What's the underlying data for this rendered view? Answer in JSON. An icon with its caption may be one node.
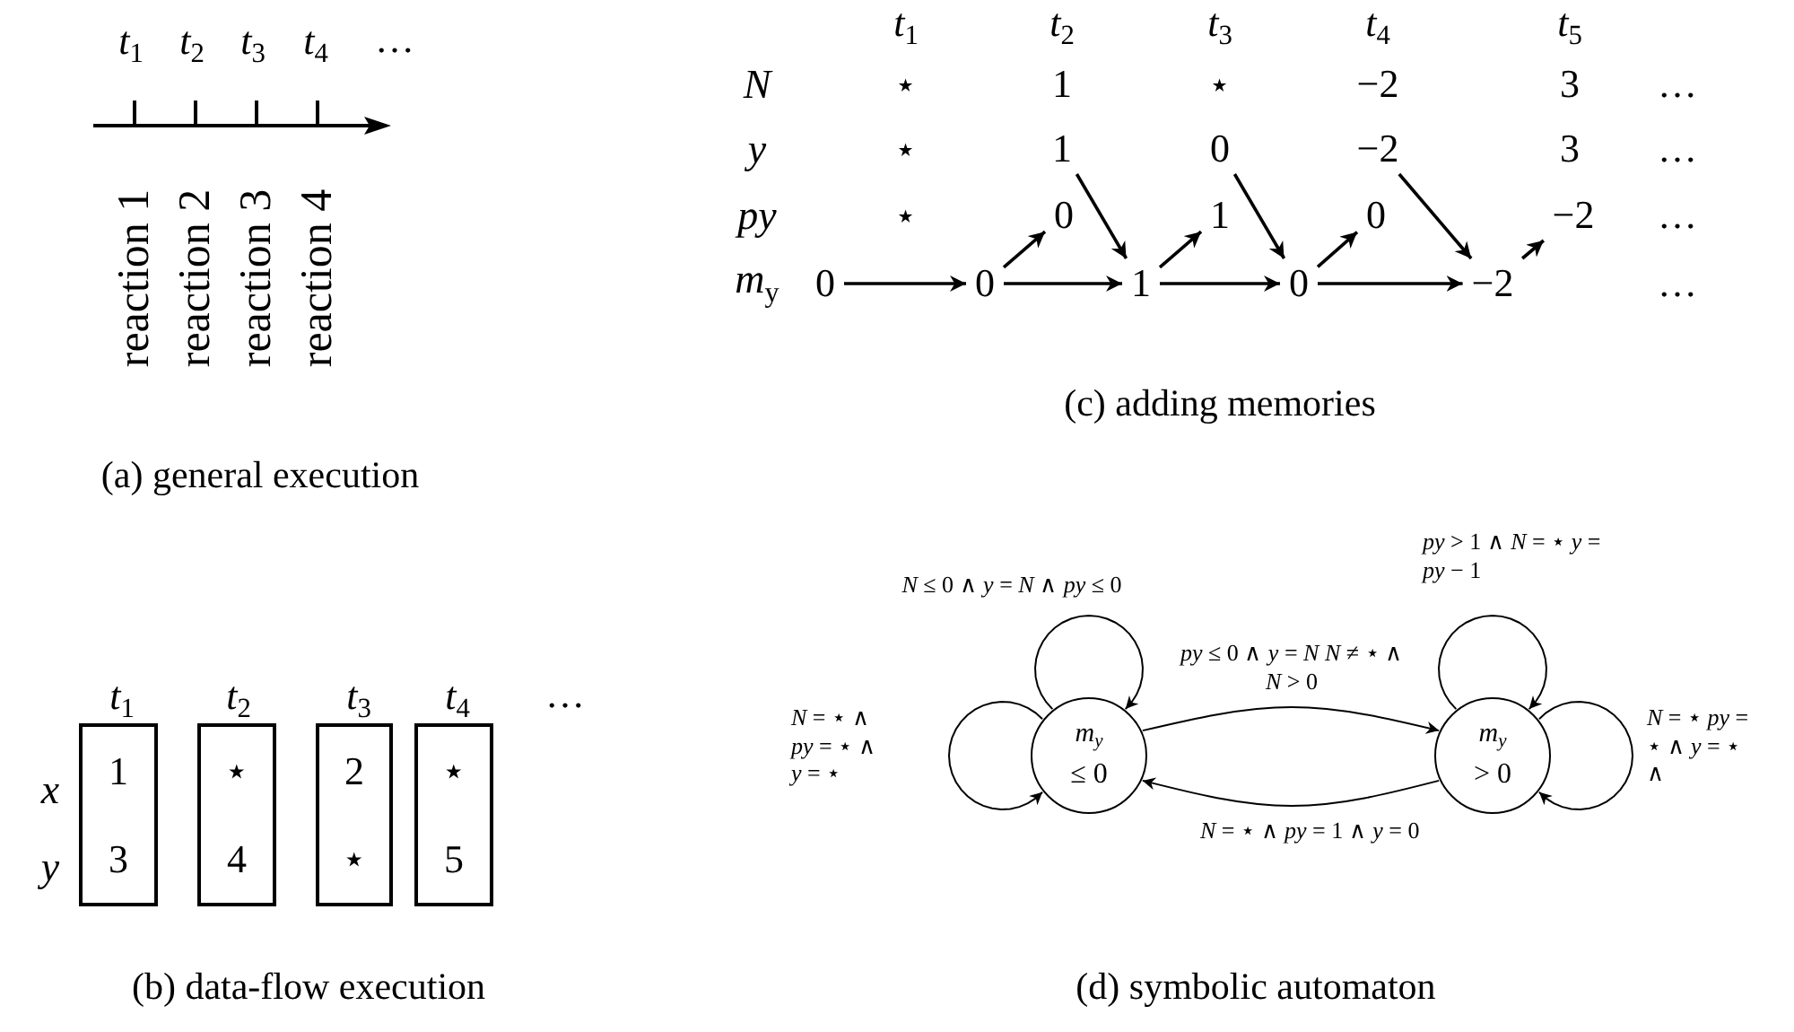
{
  "diagram": {
    "nodes": [
      {
        "text": [
          "1"
        ]
      },
      {
        "text": [
          "0"
        ]
      },
      {
        "text": [
          "−2"
        ]
      },
      {
        "text": [
          "0"
        ]
      },
      {
        "text": [
          "1"
        ]
      },
      {
        "text": [
          "0"
        ]
      },
      {
        "text": [
          "−2"
        ]
      },
      {
        "text": [
          "0"
        ]
      },
      {
        "text": [
          "0"
        ]
      },
      {
        "text": [
          "1"
        ]
      },
      {
        "text": [
          "0"
        ]
      },
      {
        "text": [
          "−2"
        ]
      },
      {
        "text": [
          "1",
          "3"
        ]
      },
      {
        "text": [
          "⋆",
          "4"
        ]
      },
      {
        "text": [
          "2",
          "⋆"
        ]
      },
      {
        "text": [
          "⋆",
          "5"
        ]
      },
      {
        "text": [
          "*m*$_{y}$",
          "≤ 0"
        ]
      },
      {
        "text": [
          "*m*$_{y}$",
          "> 0"
        ]
      }
    ],
    "edges": [
      {
        "from": 7,
        "to": 8,
        "arrow": "to"
      },
      {
        "from": 8,
        "to": 9,
        "arrow": "to"
      },
      {
        "from": 9,
        "to": 10,
        "arrow": "to"
      },
      {
        "from": 10,
        "to": 11,
        "arrow": "to"
      },
      {
        "from": 8,
        "to": 3,
        "arrow": "to"
      },
      {
        "from": 0,
        "to": 9,
        "arrow": "to"
      },
      {
        "from": 9,
        "to": 4,
        "arrow": "to"
      },
      {
        "from": 1,
        "to": 10,
        "arrow": "to"
      },
      {
        "from": 10,
        "to": 5,
        "arrow": "to"
      },
      {
        "from": 2,
        "to": 11,
        "arrow": "to"
      },
      {
        "from": 11,
        "to": 6,
        "arrow": "to"
      },
      {
        "from": 16,
        "to": 16,
        "arrow": "to",
        "label": "*N* ≤ 0 ∧ *y* = *N* ∧ *py* ≤ 0"
      },
      {
        "from": 16,
        "to": 16,
        "arrow": "to",
        "label": "*N* = ⋆ ∧ *py* = ⋆ ∧ *y* = ⋆"
      },
      {
        "from": 16,
        "to": 17,
        "arrow": "to",
        "label": "*py* ≤ 0 ∧ *y* = *N* *N* ≠ ⋆ ∧ *N* > 0"
      },
      {
        "from": 17,
        "to": 16,
        "arrow": "to",
        "label": "*N* = ⋆ ∧ *py* = 1 ∧ *y* = 0"
      },
      {
        "from": 17,
        "to": 17,
        "arrow": "to",
        "label": "*py* > 1 ∧ *N* = ⋆ *y* = *py* − 1"
      },
      {
        "from": 17,
        "to": 17,
        "arrow": "to",
        "label": "*N* = ⋆ *py* = ⋆ ∧ *y* = ⋆ ∧"
      }
    ],
    "labels": [
      "*t*$_{1}$",
      "*t*$_{2}$",
      "*t*$_{3}$",
      "*t*$_{4}$",
      "…",
      "reaction 1",
      "reaction 2",
      "reaction 3",
      "reaction 4",
      "(a) general execution",
      "*t*$_{1}$",
      "*t*$_{2}$",
      "*t*$_{3}$",
      "*t*$_{4}$",
      "*t*$_{5}$",
      "N",
      "⋆",
      "1",
      "⋆",
      "−2",
      "3",
      "…",
      "y",
      "⋆",
      "3",
      "…",
      "py",
      "⋆",
      "…",
      "*m*$_{y}$",
      "…",
      "(c) adding memories",
      "*t*$_{1}$",
      "*t*$_{2}$",
      "*t*$_{3}$",
      "*t*$_{4}$",
      "…",
      "x",
      "y",
      "(b) data-flow execution",
      "(d) symbolic automaton"
    ]
  }
}
